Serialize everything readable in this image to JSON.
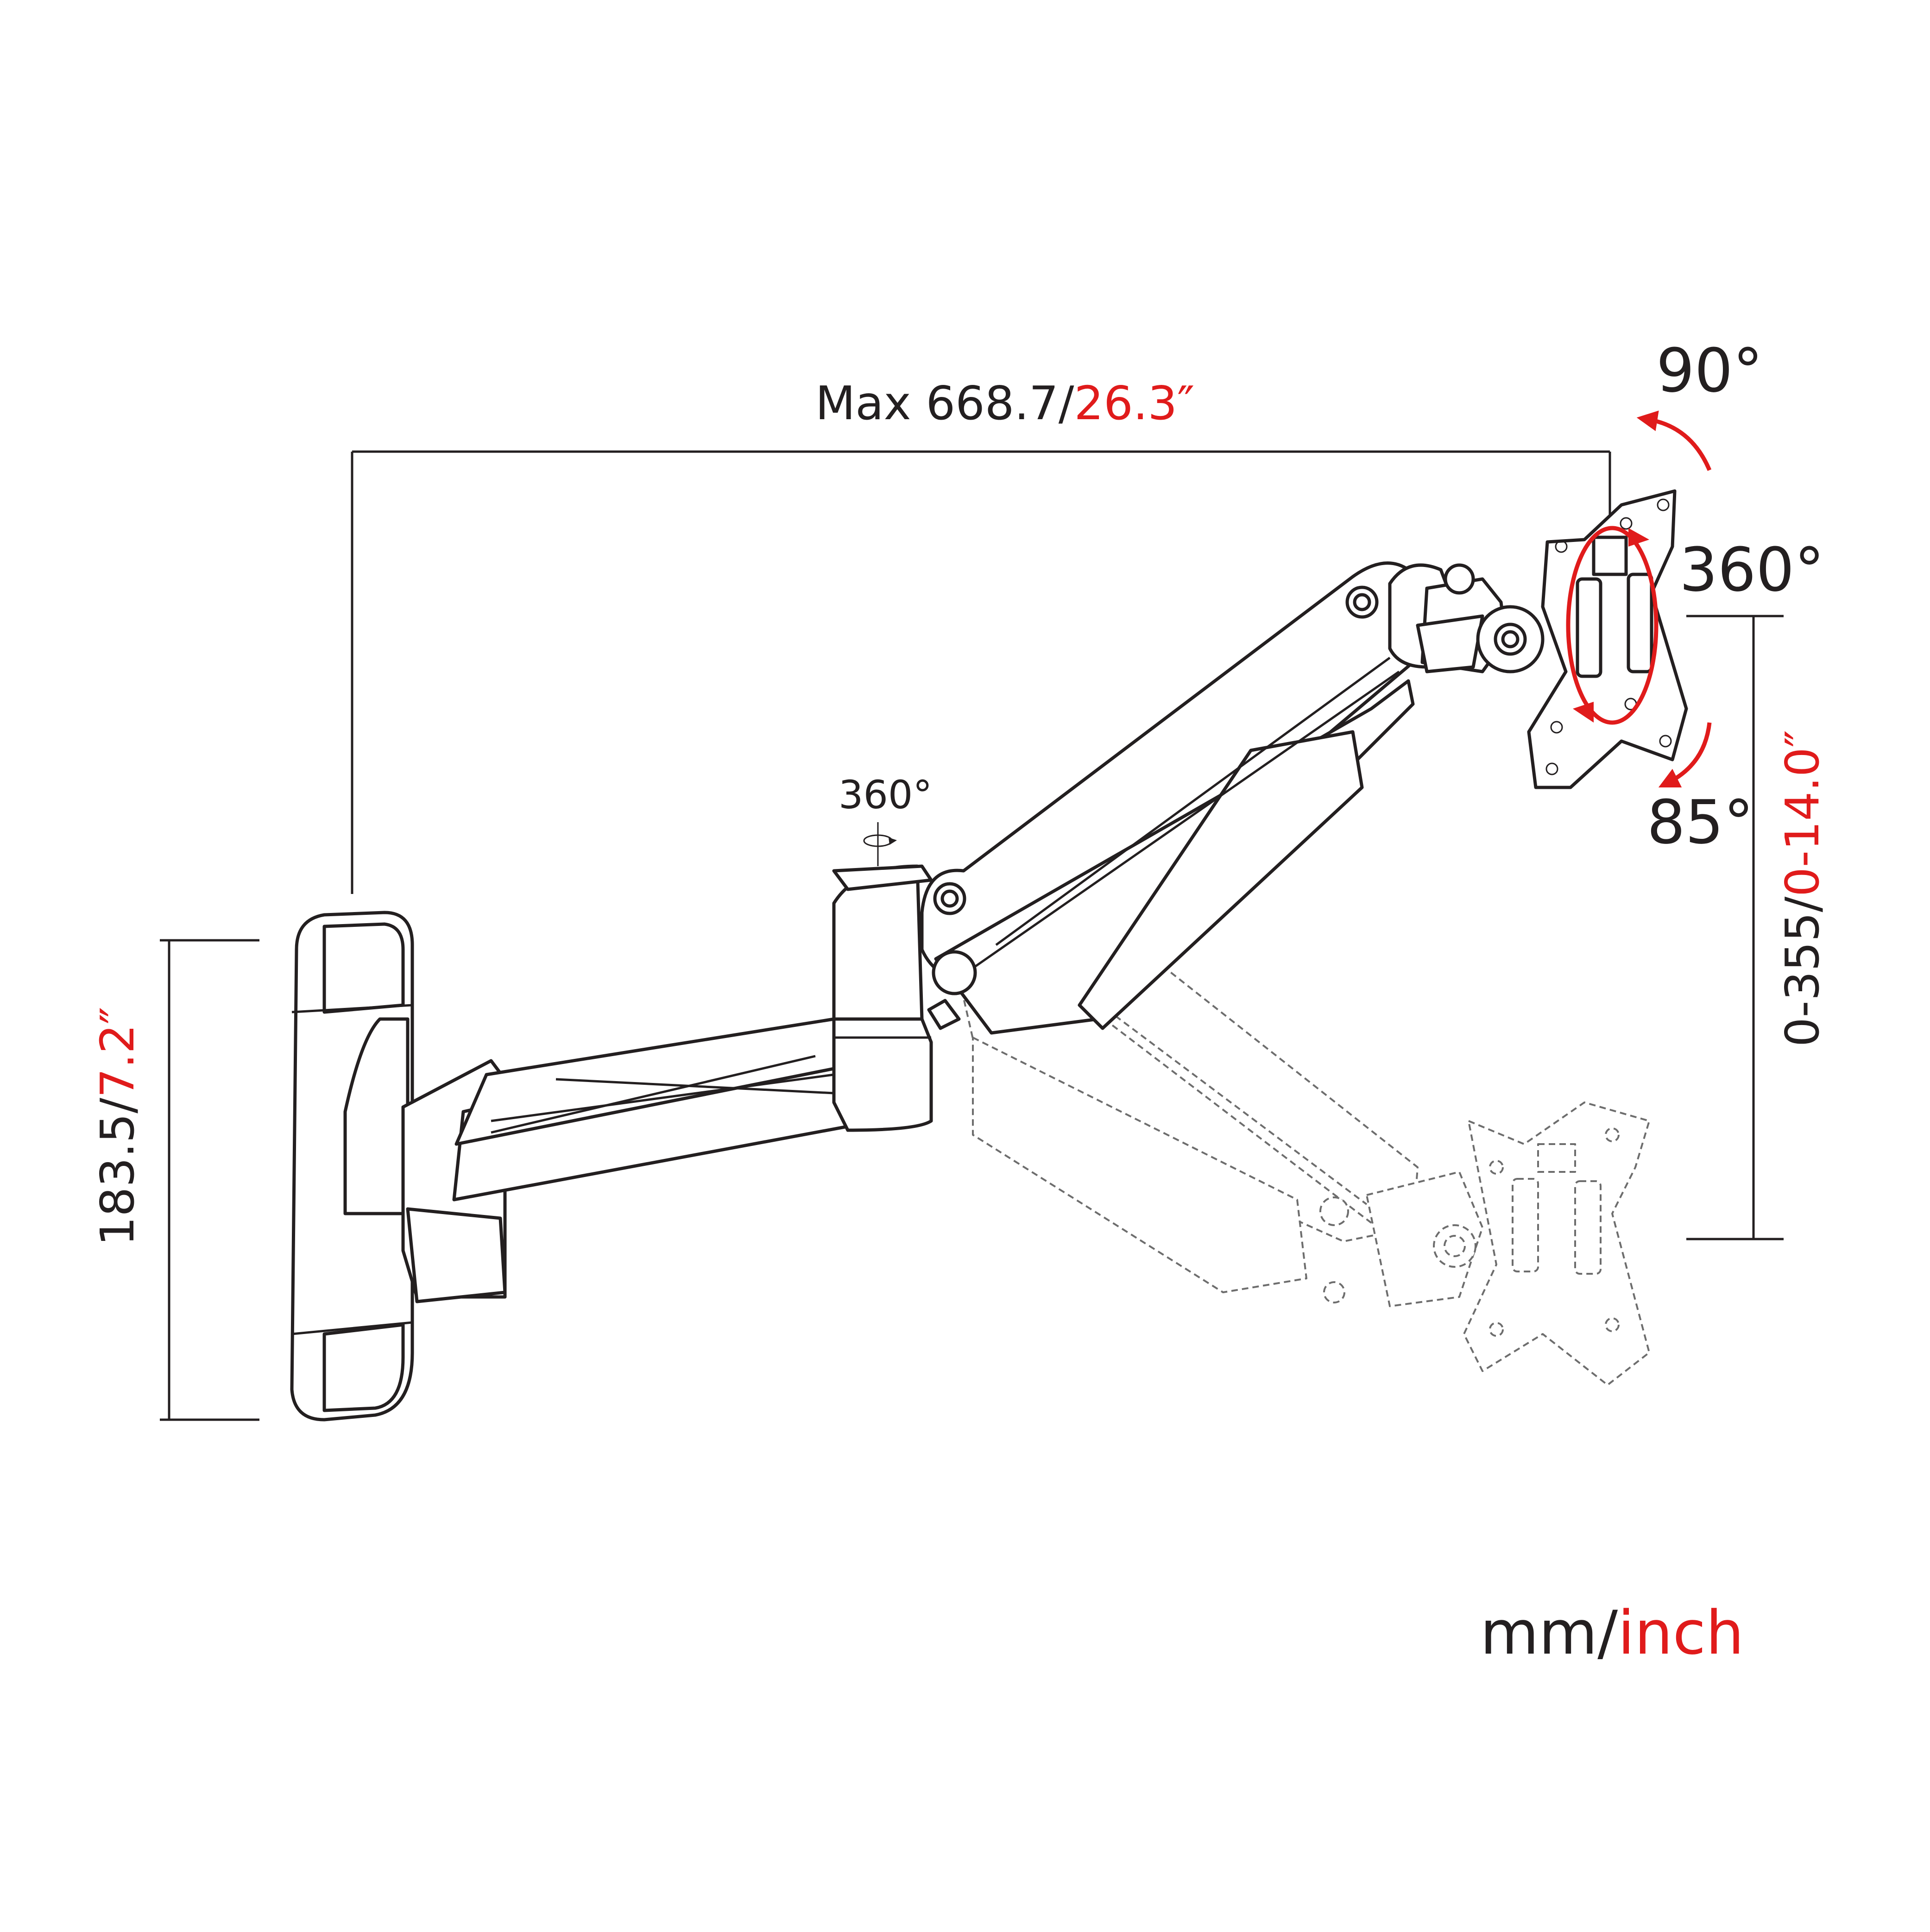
{
  "labels": {
    "width_prefix": "Max 668.7/",
    "width_inch": "26.3″",
    "height_mm": "183.5/",
    "height_inch": "7.2″",
    "vertical_mm": "0-355/",
    "vertical_inch": "0-14.0″",
    "swivel_base": "360°",
    "tilt_up": "90°",
    "rotate": "360°",
    "tilt_down": "85°",
    "unit_mm": "mm/",
    "unit_inch": "inch"
  },
  "colors": {
    "accent": "#e01b1b",
    "ink": "#231f20",
    "ghost": "#6d6d6d"
  }
}
